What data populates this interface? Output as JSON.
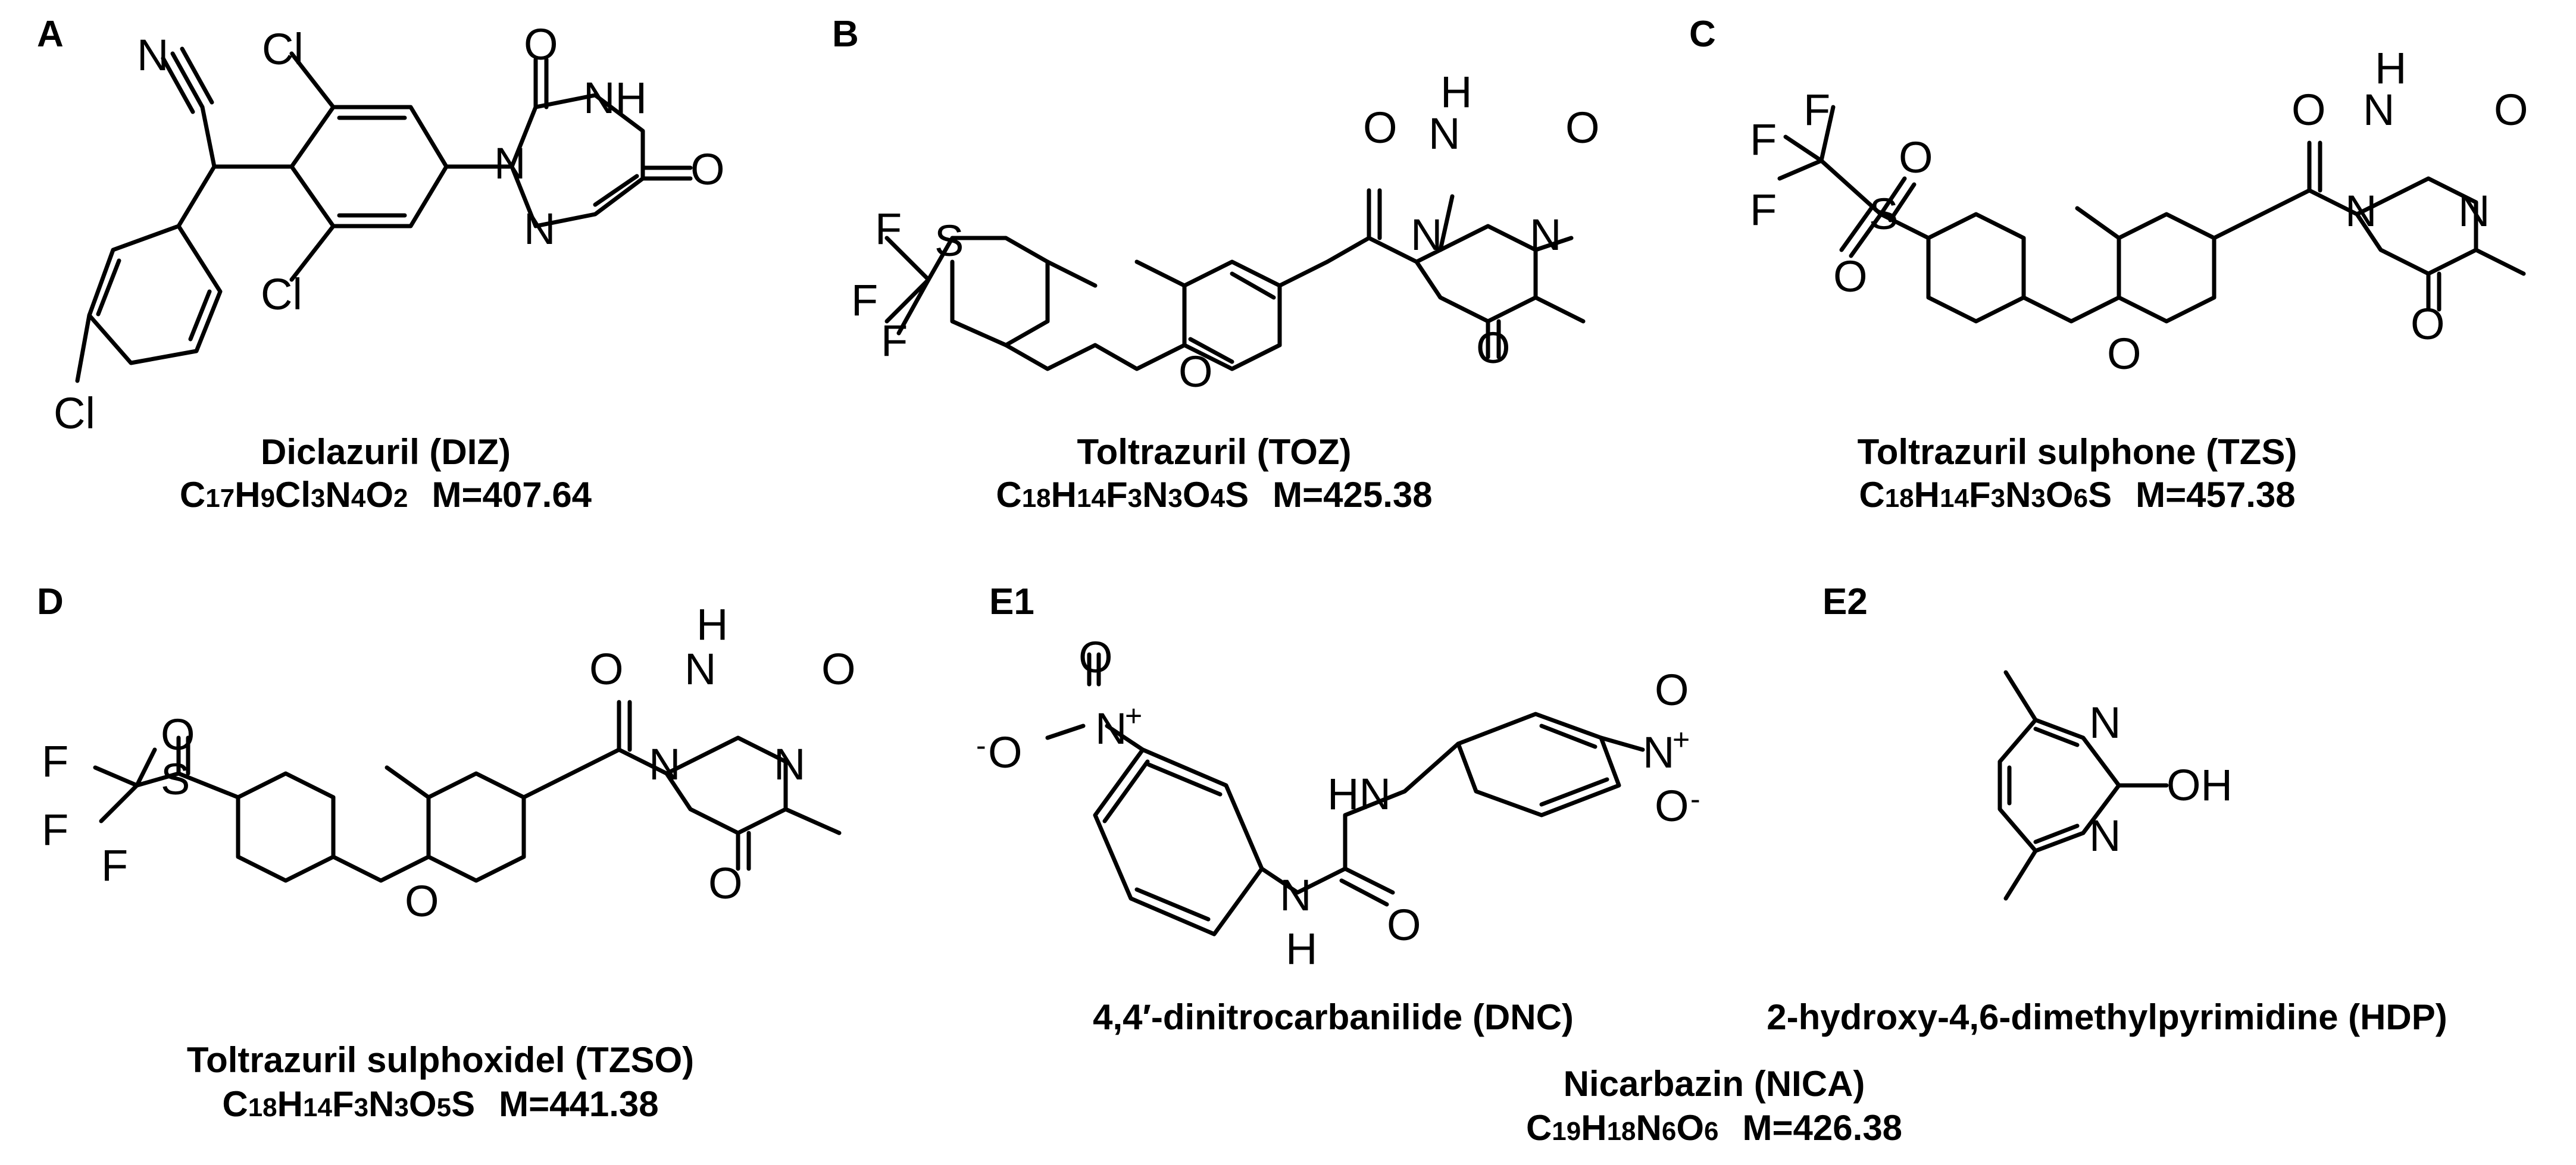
{
  "panels": {
    "A": {
      "letter": "A",
      "name": "Diclazuril (DIZ)",
      "formula": [
        "C",
        "17",
        "H",
        "9",
        "Cl",
        "3",
        "N",
        "4",
        "O",
        "2"
      ],
      "mass": "M=407.64"
    },
    "B": {
      "letter": "B",
      "name": "Toltrazuril (TOZ)",
      "formula": [
        "C",
        "18",
        "H",
        "14",
        "F",
        "3",
        "N",
        "3",
        "O",
        "4",
        "S",
        ""
      ],
      "mass": "M=425.38"
    },
    "C": {
      "letter": "C",
      "name": "Toltrazuril sulphone (TZS)",
      "formula": [
        "C",
        "18",
        "H",
        "14",
        "F",
        "3",
        "N",
        "3",
        "O",
        "6",
        "S",
        ""
      ],
      "mass": "M=457.38"
    },
    "D": {
      "letter": "D",
      "name": "Toltrazuril sulphoxidel (TZSO)",
      "formula": [
        "C",
        "18",
        "H",
        "14",
        "F",
        "3",
        "N",
        "3",
        "O",
        "5",
        "S",
        ""
      ],
      "mass": "M=441.38"
    },
    "E1": {
      "letter": "E1",
      "name": "4,4′-dinitrocarbanilide (DNC)"
    },
    "E2": {
      "letter": "E2",
      "name": "2-hydroxy-4,6-dimethylpyrimidine (HDP)"
    },
    "NICA": {
      "name": "Nicarbazin (NICA)",
      "formula": [
        "C",
        "19",
        "H",
        "18",
        "N",
        "6",
        "O",
        "6"
      ],
      "mass": "M=426.38"
    }
  },
  "atoms": {
    "N": "N",
    "NH": "NH",
    "HN": "HN",
    "H": "H",
    "O": "O",
    "S": "S",
    "F": "F",
    "Cl": "Cl",
    "OH": "OH",
    "plus": "+",
    "minus": "-"
  }
}
